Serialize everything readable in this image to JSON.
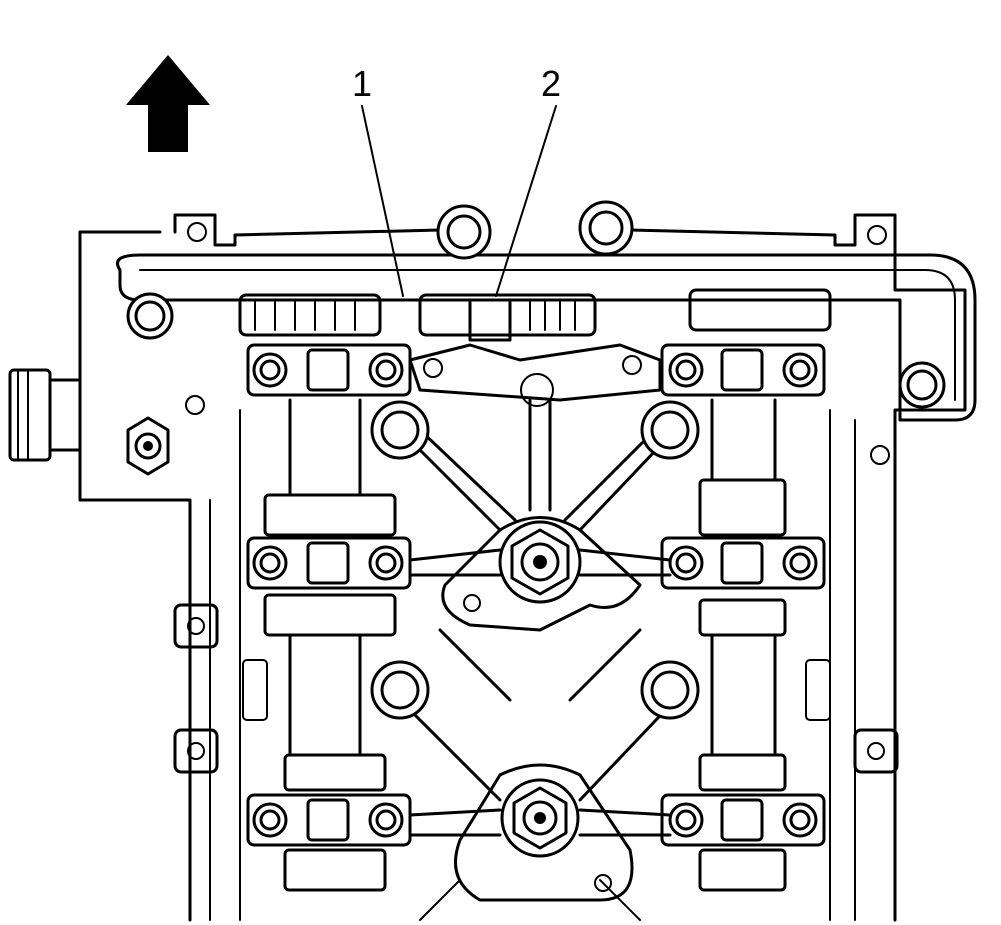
{
  "callouts": [
    {
      "id": "1",
      "label": "1"
    },
    {
      "id": "2",
      "label": "2"
    }
  ],
  "icons": {
    "direction_arrow": "up-arrow-icon"
  }
}
